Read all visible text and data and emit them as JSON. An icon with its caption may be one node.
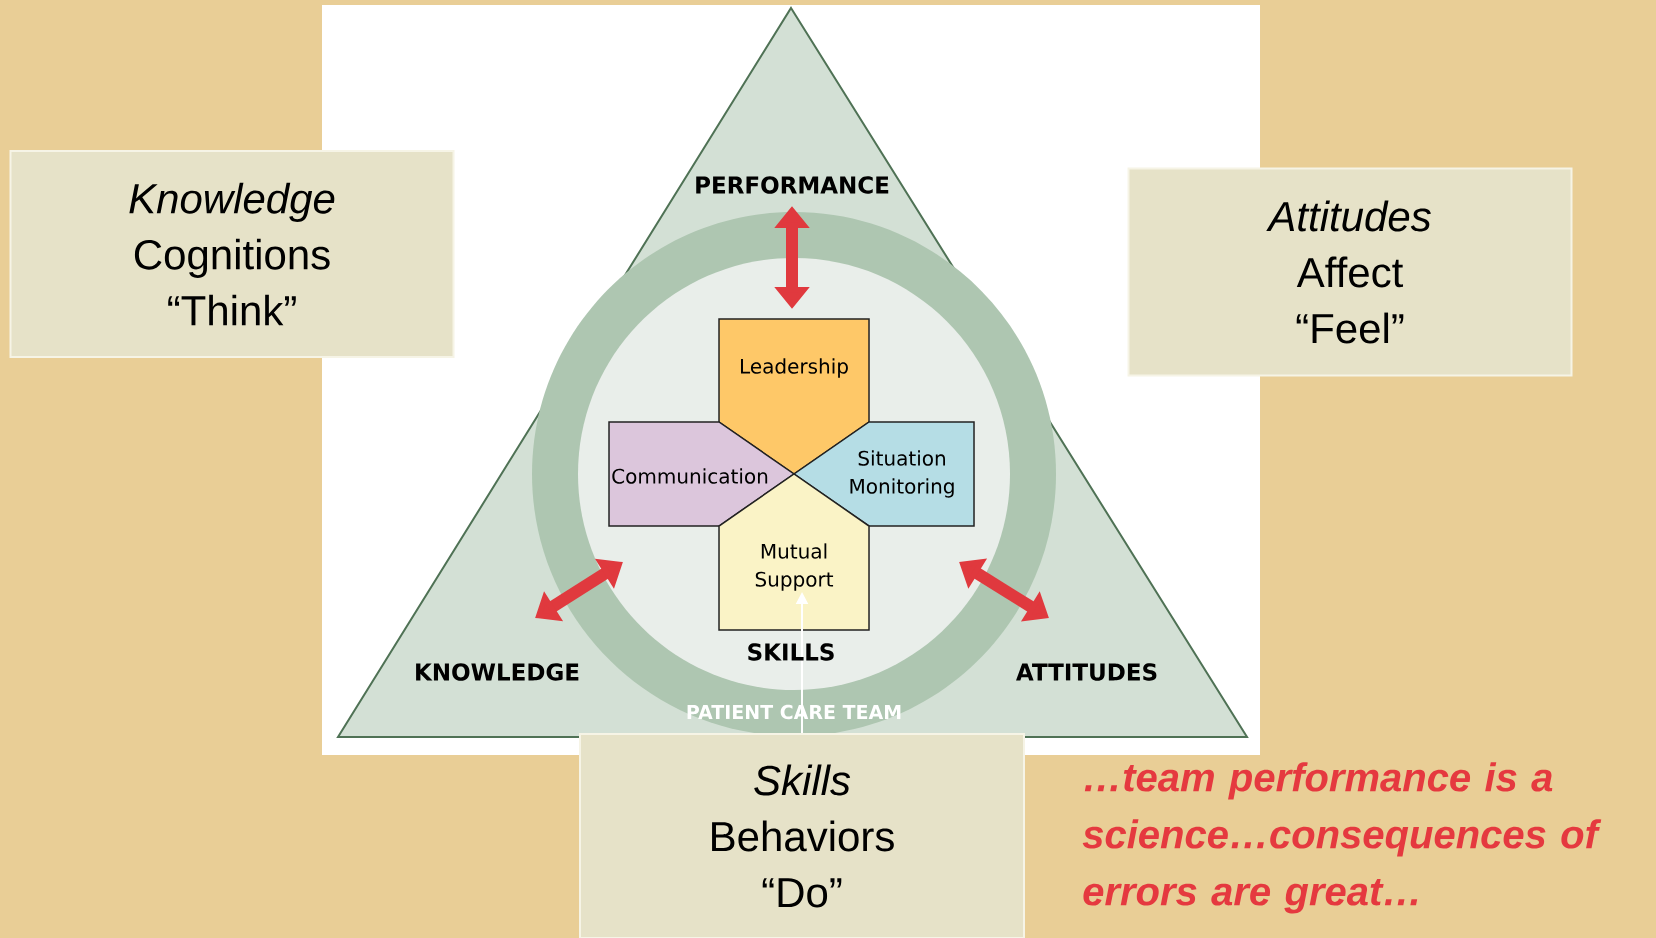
{
  "diagram": {
    "nodes": [
      {
        "text": [
          "Knowledge",
          "Cognitions “Think”"
        ]
      },
      {
        "text": [],
        "shape": "triangle"
      },
      {
        "text": [
          "PERFORMANCE"
        ],
        "in": 1
      },
      {
        "text": [
          "Attitudes",
          "Affect “Feel”"
        ]
      },
      {
        "text": [
          "PATIENT CARE TEAM"
        ],
        "in": 1
      },
      {
        "text": [
          "Leadership"
        ],
        "in": 4
      },
      {
        "text": [
          "Communication"
        ],
        "in": 4
      },
      {
        "text": [
          "Situation Monitoring"
        ],
        "in": 4
      },
      {
        "text": [
          "Mutual Support"
        ],
        "in": 4
      },
      {
        "text": [
          "KNOWLEDGE"
        ],
        "in": 1
      },
      {
        "text": [
          "ATTITUDES"
        ],
        "in": 1
      },
      {
        "text": [
          "Skills",
          "Behaviors “Do”"
        ]
      }
    ],
    "edges": [
      {
        "from": 11,
        "to": 8,
        "arrow": "to",
        "color": "#ffffff"
      }
    ],
    "labels": [
      "SKILLS",
      "…team performance is a science…consequences of errors are great…"
    ]
  }
}
